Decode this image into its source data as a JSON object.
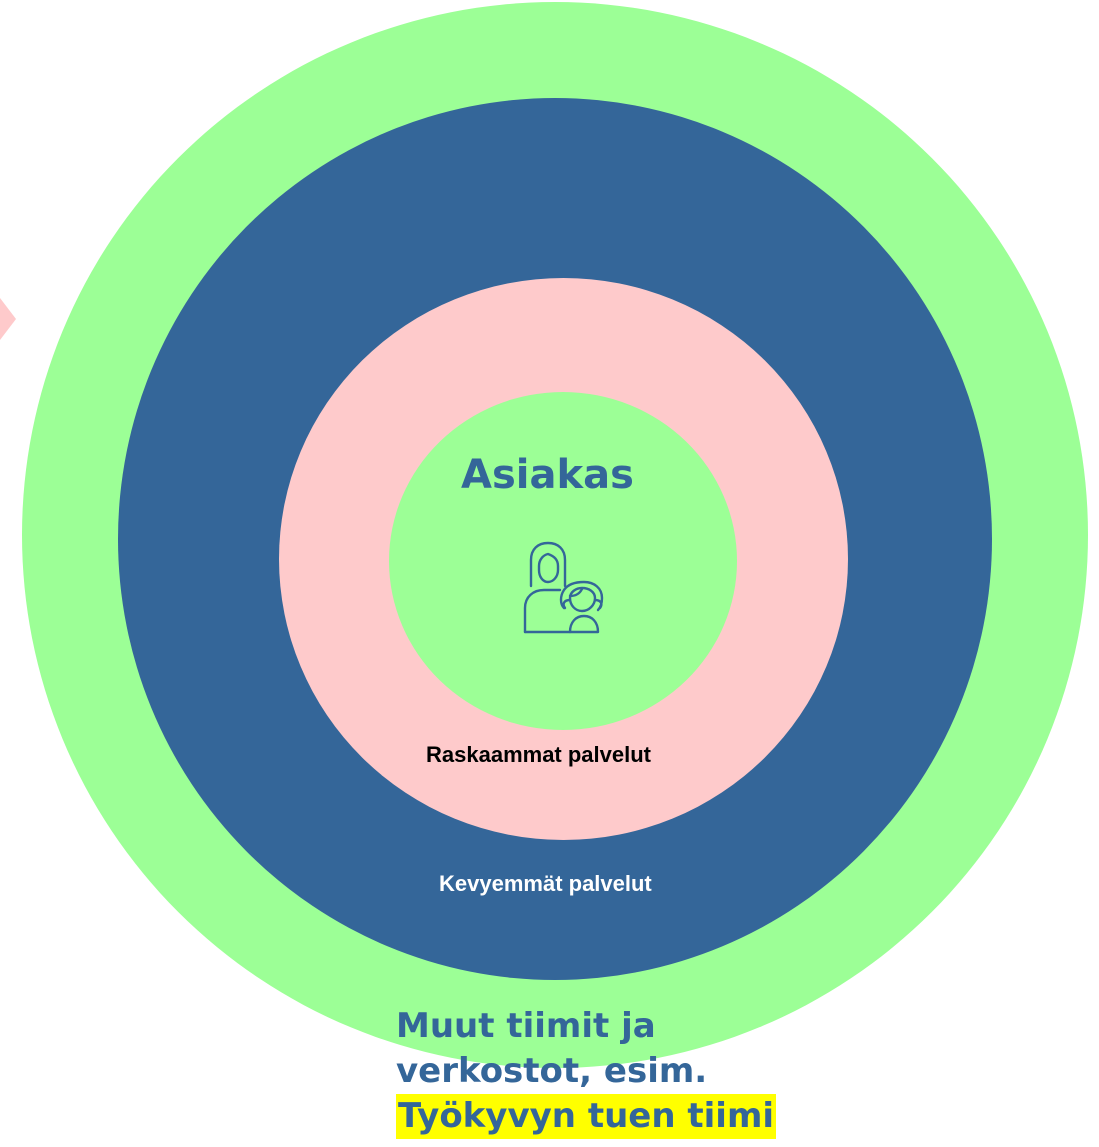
{
  "diagram": {
    "colors": {
      "outer_ring": "#9cff96",
      "light_services_ring": "#346699",
      "heavy_services_ring": "#fecacb",
      "core": "#9cff96",
      "highlight": "#ffff00"
    },
    "core": {
      "title": "Asiakas",
      "icon": "parent-and-child-icon"
    },
    "heavy_services": {
      "label": "Raskaammat palvelut"
    },
    "light_services": {
      "label": "Kevyemmät palvelut"
    },
    "outer": {
      "lines": [
        "Muut tiimit ja",
        "verkostot, esim.",
        "Työkyvyn tuen tiimi"
      ]
    }
  }
}
